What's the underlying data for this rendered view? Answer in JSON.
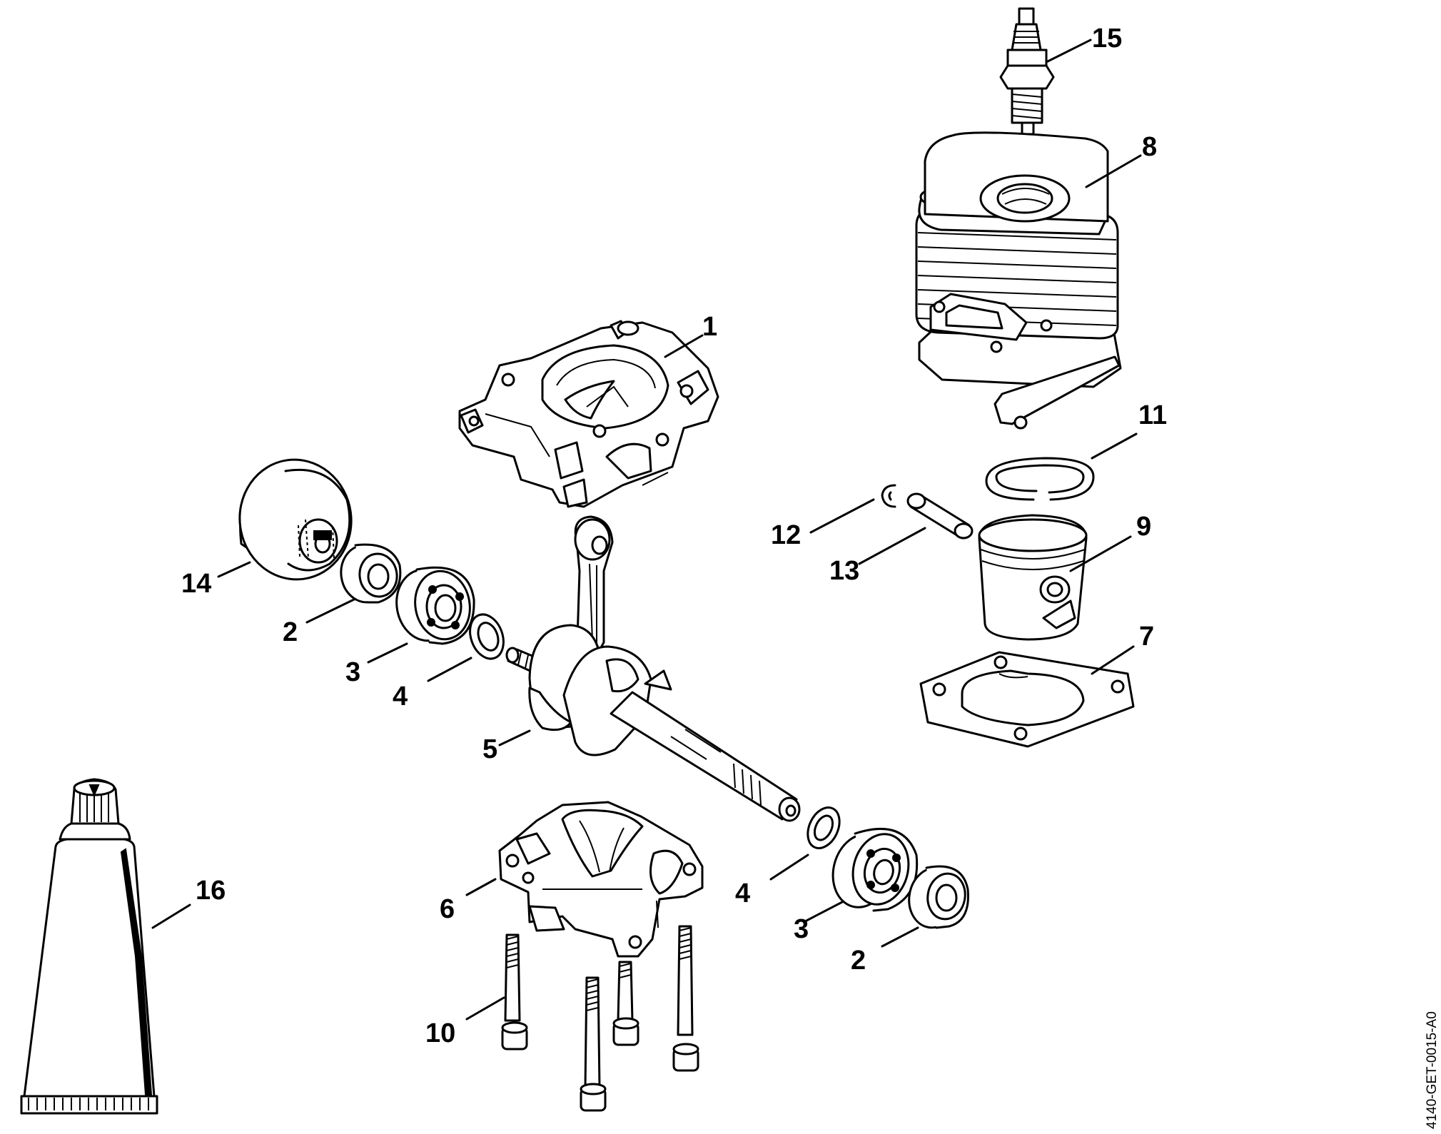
{
  "drawing_code": "4140-GET-0015-A0",
  "parts": [
    {
      "id": "crankcase-top",
      "label": "1"
    },
    {
      "id": "oil-seal-right",
      "label": "2"
    },
    {
      "id": "oil-seal-left",
      "label": "2"
    },
    {
      "id": "ball-bearing-right",
      "label": "3"
    },
    {
      "id": "ball-bearing-left",
      "label": "3"
    },
    {
      "id": "washer-right",
      "label": "4"
    },
    {
      "id": "washer-left",
      "label": "4"
    },
    {
      "id": "crankshaft",
      "label": "5"
    },
    {
      "id": "crankcase-bottom",
      "label": "6"
    },
    {
      "id": "cylinder-gasket",
      "label": "7"
    },
    {
      "id": "cylinder",
      "label": "8"
    },
    {
      "id": "piston",
      "label": "9"
    },
    {
      "id": "piston-ring",
      "label": "10"
    },
    {
      "id": "snap-ring",
      "label": "11"
    },
    {
      "id": "piston-pin",
      "label": "12"
    },
    {
      "id": "screws",
      "label": "13"
    },
    {
      "id": "flywheel",
      "label": "14"
    },
    {
      "id": "spark-plug",
      "label": "15"
    },
    {
      "id": "grease-tube",
      "label": "16"
    }
  ]
}
